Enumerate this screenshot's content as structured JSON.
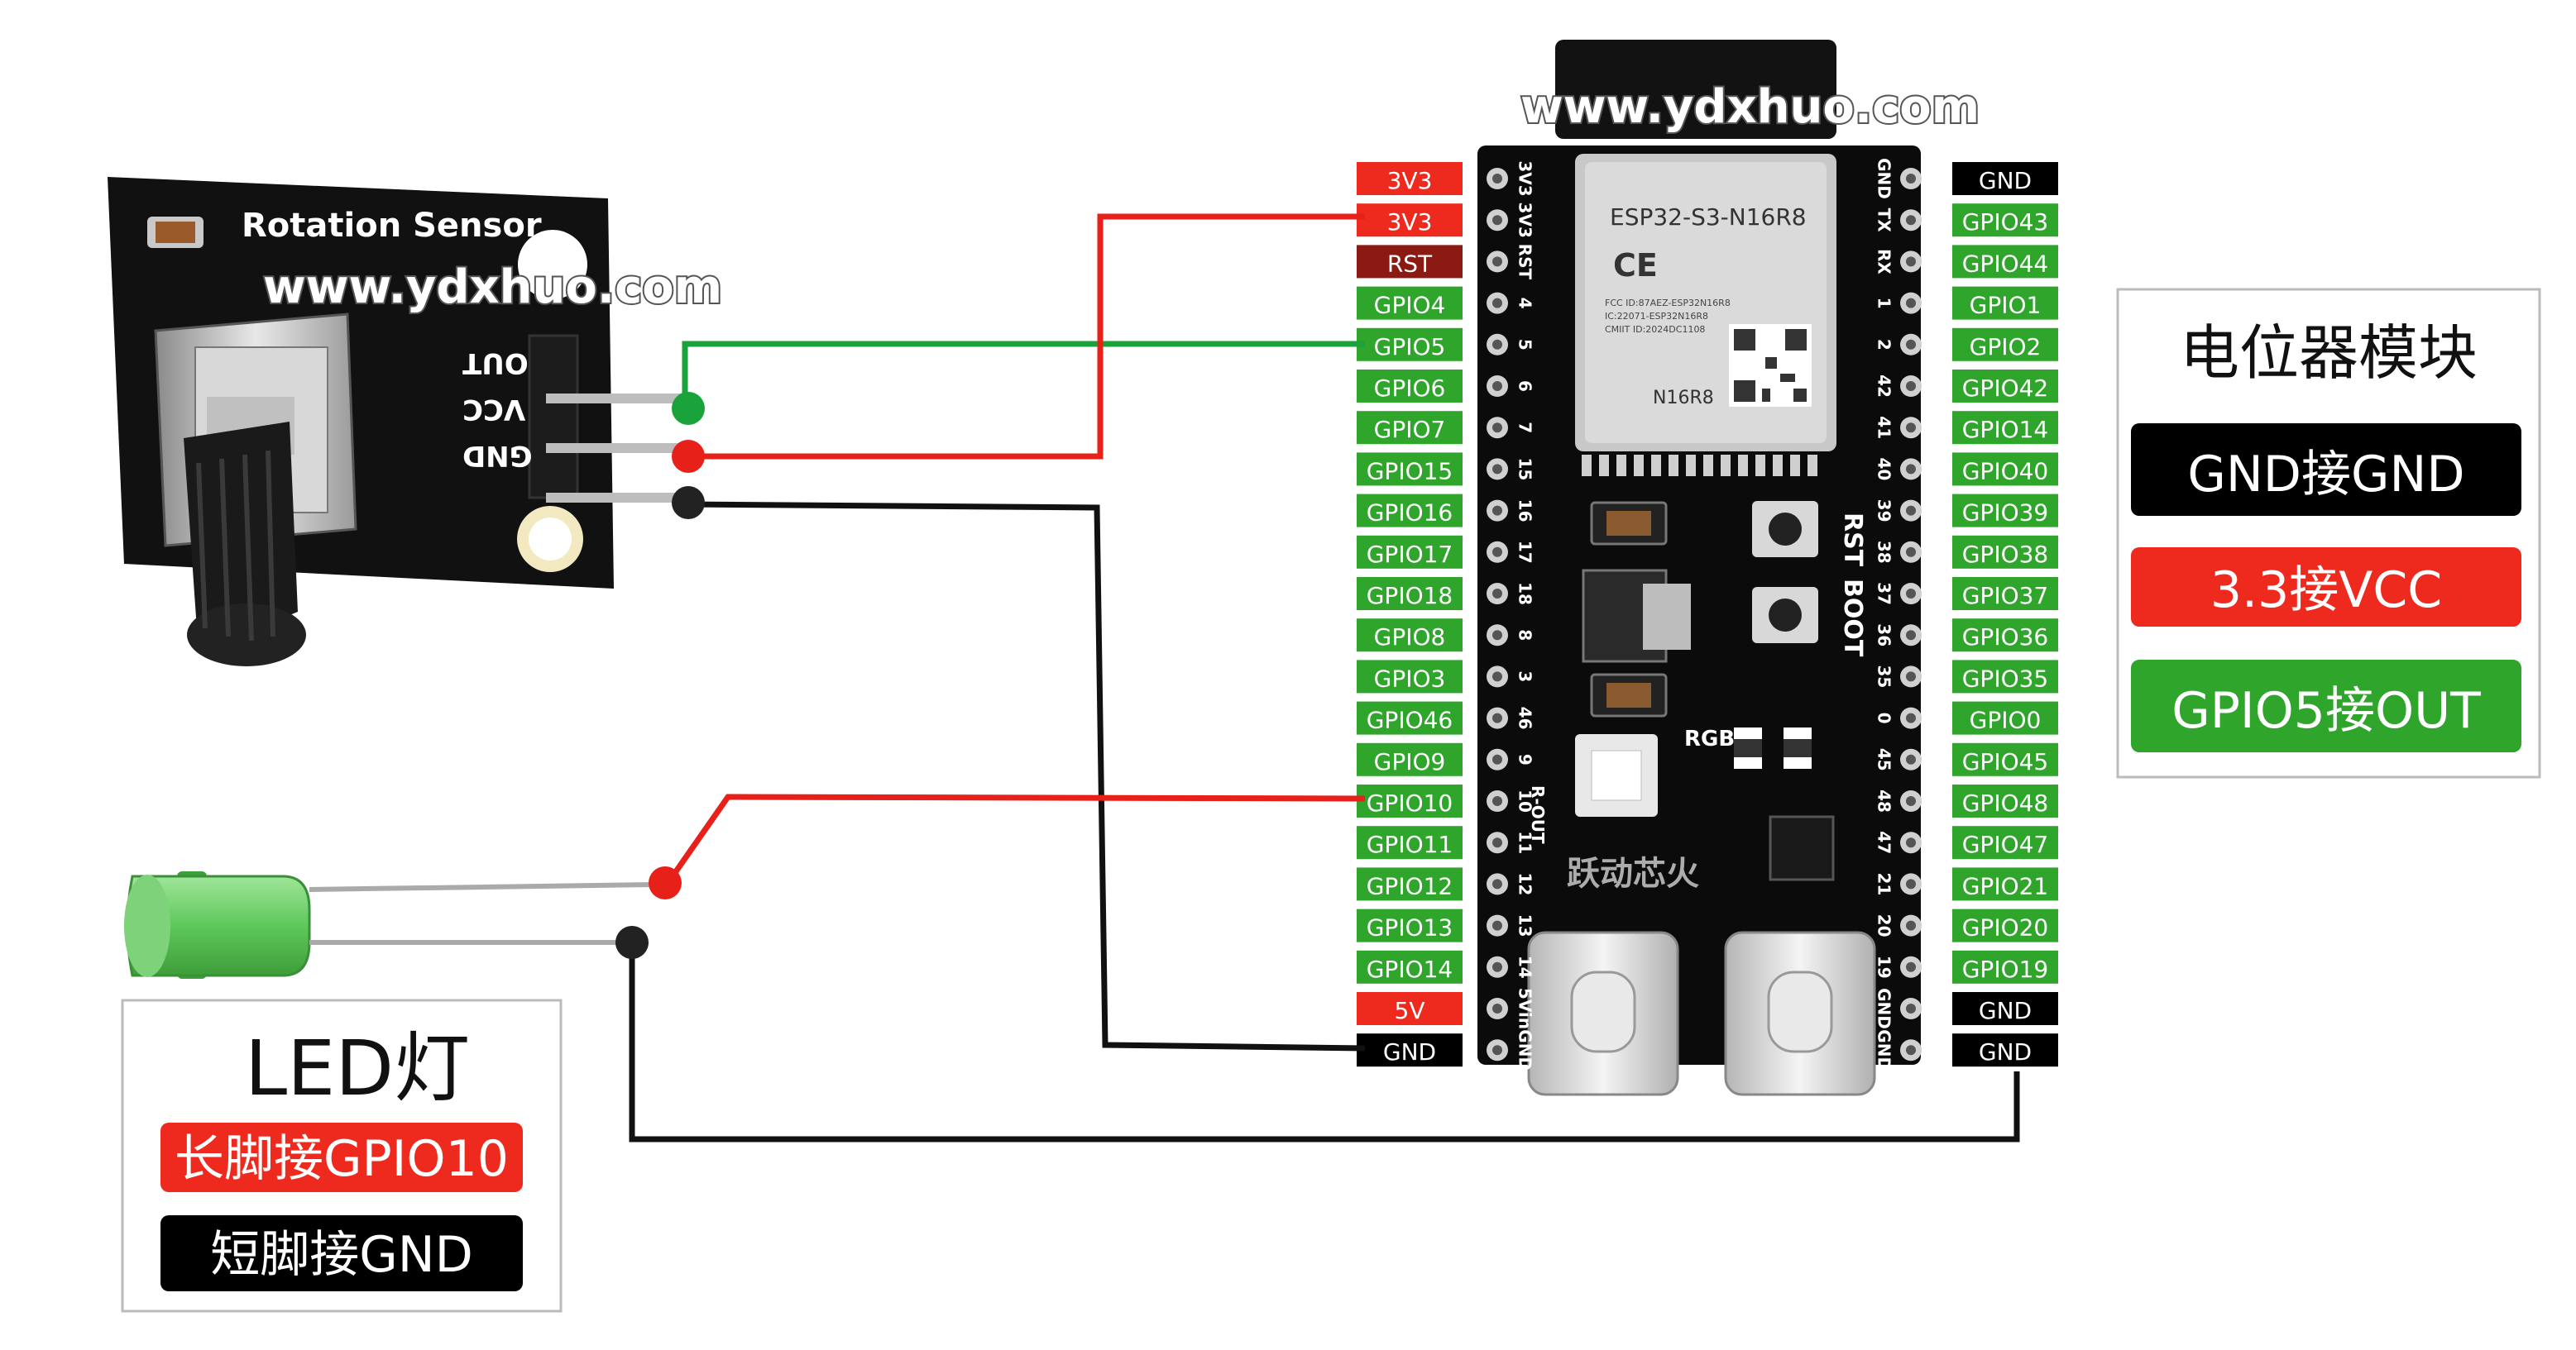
{
  "watermark": "www.ydxhuo.com",
  "sensor": {
    "title": "Rotation Sensor",
    "pins": [
      "OUT",
      "VCC",
      "GND"
    ]
  },
  "board": {
    "module_name": "ESP32-S3-N16R8",
    "ce_mark": "CE",
    "fcc_lines": [
      "FCC ID:87AEZ-ESP32N16R8",
      "IC:22071-ESP32N16R8",
      "CMIIT ID:2024DC1108"
    ],
    "module_code": "N16R8",
    "rst_label": "RST",
    "boot_label": "BOOT",
    "rgb_label": "RGB",
    "brand": "跃动芯火",
    "rgb_out_label": "R-OUT",
    "left_silk": [
      "3V3",
      "3V3",
      "RST",
      "4",
      "5",
      "6",
      "7",
      "15",
      "16",
      "17",
      "18",
      "8",
      "3",
      "46",
      "9",
      "10",
      "11",
      "12",
      "13",
      "14",
      "5Vin",
      "GND"
    ],
    "right_silk": [
      "GND",
      "TX",
      "RX",
      "1",
      "2",
      "42",
      "41",
      "40",
      "39",
      "38",
      "37",
      "36",
      "35",
      "0",
      "45",
      "48",
      "47",
      "21",
      "20",
      "19",
      "GND",
      "GND"
    ]
  },
  "left_pins": [
    {
      "label": "3V3",
      "color": "#ee2a1e"
    },
    {
      "label": "3V3",
      "color": "#ee2a1e"
    },
    {
      "label": "RST",
      "color": "#8b1a12"
    },
    {
      "label": "GPIO4",
      "color": "#2fa52c"
    },
    {
      "label": "GPIO5",
      "color": "#2fa52c"
    },
    {
      "label": "GPIO6",
      "color": "#2fa52c"
    },
    {
      "label": "GPIO7",
      "color": "#2fa52c"
    },
    {
      "label": "GPIO15",
      "color": "#2fa52c"
    },
    {
      "label": "GPIO16",
      "color": "#2fa52c"
    },
    {
      "label": "GPIO17",
      "color": "#2fa52c"
    },
    {
      "label": "GPIO18",
      "color": "#2fa52c"
    },
    {
      "label": "GPIO8",
      "color": "#2fa52c"
    },
    {
      "label": "GPIO3",
      "color": "#2fa52c"
    },
    {
      "label": "GPIO46",
      "color": "#2fa52c"
    },
    {
      "label": "GPIO9",
      "color": "#2fa52c"
    },
    {
      "label": "GPIO10",
      "color": "#2fa52c"
    },
    {
      "label": "GPIO11",
      "color": "#2fa52c"
    },
    {
      "label": "GPIO12",
      "color": "#2fa52c"
    },
    {
      "label": "GPIO13",
      "color": "#2fa52c"
    },
    {
      "label": "GPIO14",
      "color": "#2fa52c"
    },
    {
      "label": "5V",
      "color": "#ee2a1e"
    },
    {
      "label": "GND",
      "color": "#000000"
    }
  ],
  "right_pins": [
    {
      "label": "GND",
      "color": "#000000"
    },
    {
      "label": "GPIO43",
      "color": "#2fa52c"
    },
    {
      "label": "GPIO44",
      "color": "#2fa52c"
    },
    {
      "label": "GPIO1",
      "color": "#2fa52c"
    },
    {
      "label": "GPIO2",
      "color": "#2fa52c"
    },
    {
      "label": "GPIO42",
      "color": "#2fa52c"
    },
    {
      "label": "GPIO14",
      "color": "#2fa52c"
    },
    {
      "label": "GPIO40",
      "color": "#2fa52c"
    },
    {
      "label": "GPIO39",
      "color": "#2fa52c"
    },
    {
      "label": "GPIO38",
      "color": "#2fa52c"
    },
    {
      "label": "GPIO37",
      "color": "#2fa52c"
    },
    {
      "label": "GPIO36",
      "color": "#2fa52c"
    },
    {
      "label": "GPIO35",
      "color": "#2fa52c"
    },
    {
      "label": "GPIO0",
      "color": "#2fa52c"
    },
    {
      "label": "GPIO45",
      "color": "#2fa52c"
    },
    {
      "label": "GPIO48",
      "color": "#2fa52c"
    },
    {
      "label": "GPIO47",
      "color": "#2fa52c"
    },
    {
      "label": "GPIO21",
      "color": "#2fa52c"
    },
    {
      "label": "GPIO20",
      "color": "#2fa52c"
    },
    {
      "label": "GPIO19",
      "color": "#2fa52c"
    },
    {
      "label": "GND",
      "color": "#000000"
    },
    {
      "label": "GND",
      "color": "#000000"
    }
  ],
  "pot_panel": {
    "title": "电位器模块",
    "rows": [
      {
        "text": "GND接GND",
        "color": "#000000"
      },
      {
        "text": "3.3接VCC",
        "color": "#ee2a1e"
      },
      {
        "text": "GPIO5接OUT",
        "color": "#2fa52c"
      }
    ]
  },
  "led_panel": {
    "title": "LED灯",
    "rows": [
      {
        "text": "长脚接GPIO10",
        "color": "#ee2a1e"
      },
      {
        "text": "短脚接GND",
        "color": "#000000"
      }
    ]
  },
  "wire_colors": {
    "signal": "#1aa33a",
    "power": "#e8201a",
    "ground": "#111111"
  }
}
